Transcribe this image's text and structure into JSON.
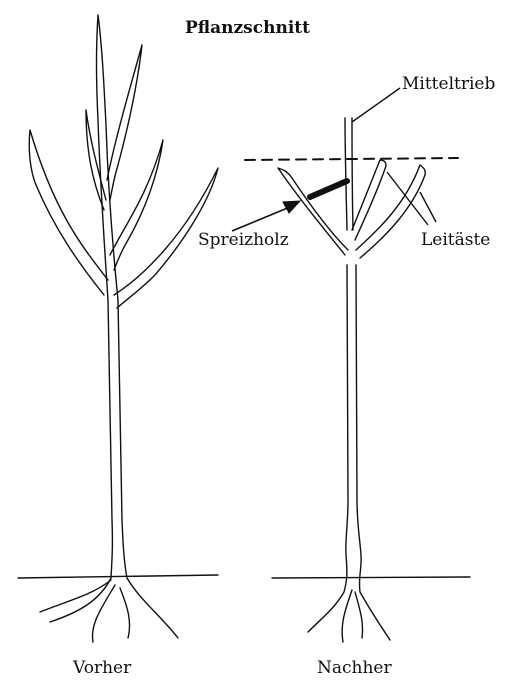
{
  "title": "Pflanzschnitt",
  "labels": {
    "mitteltrieb": "Mitteltrieb",
    "spreizholz": "Spreizholz",
    "leitaeste": "Leitäste",
    "vorher": "Vorher",
    "nachher": "Nachher"
  },
  "colors": {
    "ink": "#111111",
    "background": "#ffffff"
  }
}
